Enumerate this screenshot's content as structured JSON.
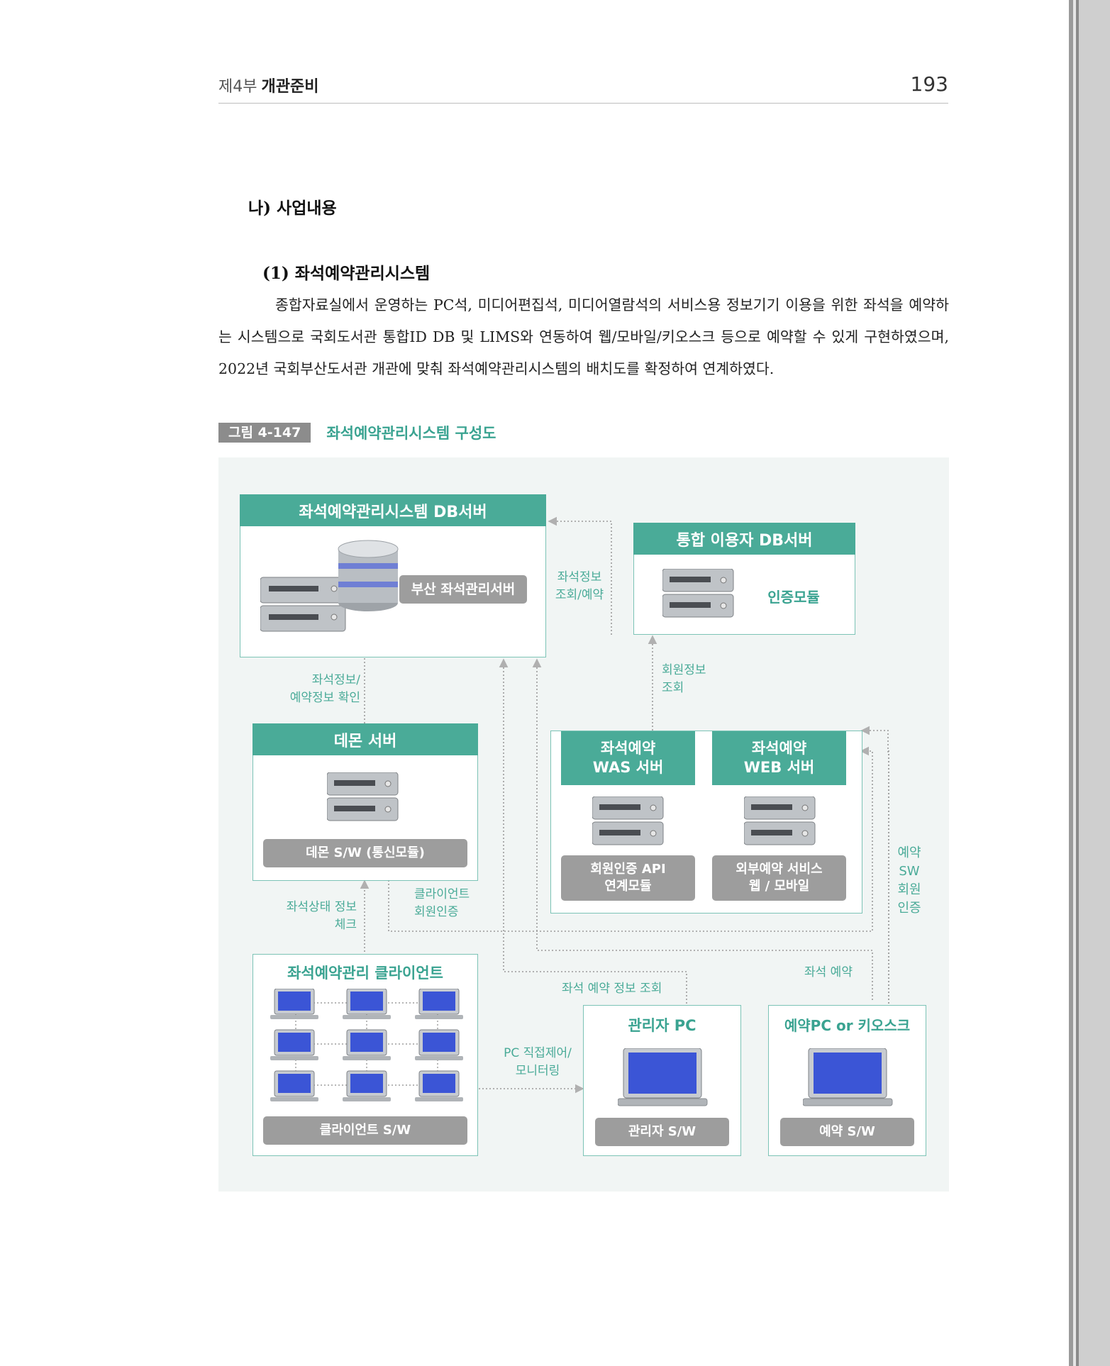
{
  "header": {
    "part": "제4부",
    "part_title": "개관준비",
    "page_number": "193"
  },
  "section": {
    "heading": "나) 사업내용",
    "subheading": "(1) 좌석예약관리시스템",
    "paragraph": "종합자료실에서 운영하는 PC석, 미디어편집석, 미디어열람석의 서비스용 정보기기 이용을 위한 좌석을 예약하는 시스템으로 국회도서관 통합ID DB 및 LIMS와 연동하여 웹/모바일/키오스크 등으로 예약할 수 있게 구현하였으며, 2022년 국회부산도서관 개관에 맞춰 좌석예약관리시스템의 배치도를 확정하여 연계하였다."
  },
  "figure": {
    "number": "그림 4-147",
    "title": "좌석예약관리시스템 구성도",
    "nodes": {
      "db_server": {
        "title": "좌석예약관리시스템 DB서버",
        "module": "부산 좌석관리서버"
      },
      "user_db": {
        "title": "통합 이용자 DB서버",
        "module": "인증모듈"
      },
      "daemon": {
        "title": "데몬 서버",
        "module": "데몬 S/W (통신모듈)"
      },
      "was": {
        "title_1": "좌석예약",
        "title_2": "WAS 서버",
        "module_1": "회원인증 API",
        "module_2": "연계모듈"
      },
      "web": {
        "title_1": "좌석예약",
        "title_2": "WEB 서버",
        "module_1": "외부예약 서비스",
        "module_2": "웹 / 모바일"
      },
      "clients": {
        "title": "좌석예약관리 클라이언트",
        "module": "클라이언트 S/W"
      },
      "admin": {
        "title": "관리자 PC",
        "module": "관리자 S/W"
      },
      "kiosk": {
        "title": "예약PC or 키오스크",
        "module": "예약 S/W"
      }
    },
    "edges": {
      "seat_query_1": "좌석정보",
      "seat_query_2": "조회/예약",
      "member_query_1": "회원정보",
      "member_query_2": "조회",
      "seat_confirm_1": "좌석정보/",
      "seat_confirm_2": "예약정보 확인",
      "status_check_1": "좌석상태 정보",
      "status_check_2": "체크",
      "client_auth_1": "클라이언트",
      "client_auth_2": "회원인증",
      "reserve_info": "좌석 예약 정보 조회",
      "seat_reserve": "좌석 예약",
      "pc_control_1": "PC 직접제어/",
      "pc_control_2": "모니터링",
      "reserve_sw_1": "예약",
      "reserve_sw_2": "SW",
      "reserve_sw_3": "회원",
      "reserve_sw_4": "인증"
    }
  },
  "colors": {
    "accent": "#4aab98",
    "accent_text": "#3aa391",
    "pill_gray": "#9d9d9d",
    "diagram_bg": "#f1f5f4",
    "edge_gray": "#9a9a9a"
  }
}
